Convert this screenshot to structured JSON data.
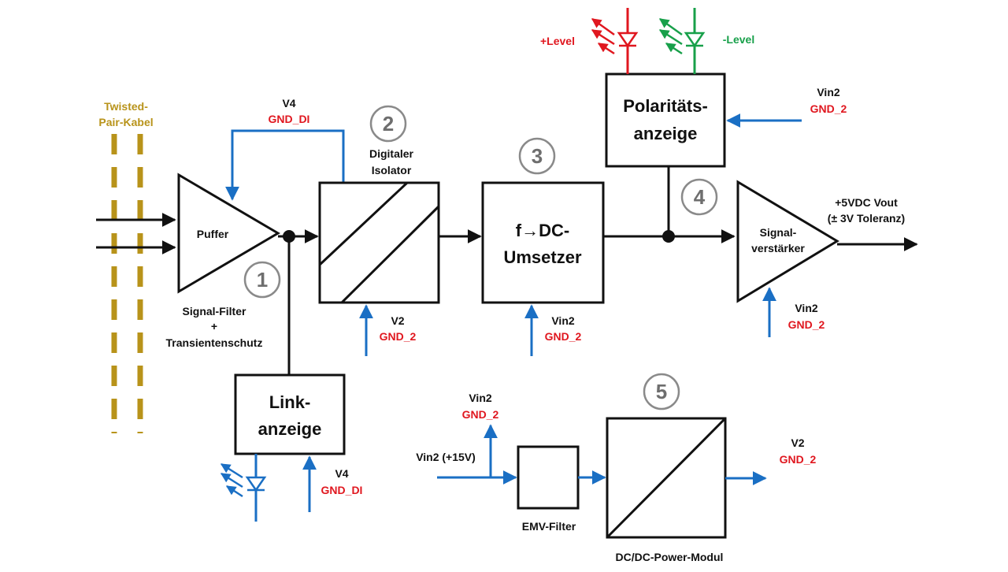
{
  "cable": {
    "line1": "Twisted-",
    "line2": "Pair-Kabel"
  },
  "blocks": {
    "puffer": "Puffer",
    "signal_filter": {
      "line1": "Signal-Filter",
      "line2": "+",
      "line3": "Transientenschutz"
    },
    "isolator": {
      "line1": "Digitaler",
      "line2": "Isolator"
    },
    "f_dc": {
      "line1": "f→DC-",
      "line2": "Umsetzer"
    },
    "polaritaet": {
      "line1": "Polaritäts-",
      "line2": "anzeige"
    },
    "verstaerker": {
      "line1": "Signal-",
      "line2": "verstärker"
    },
    "link": {
      "line1": "Link-",
      "line2": "anzeige"
    },
    "emv": "EMV-Filter",
    "dcdc": "DC/DC-Power-Modul"
  },
  "numbers": [
    "1",
    "2",
    "3",
    "4",
    "5"
  ],
  "supplies": {
    "v4_top": {
      "v": "V4",
      "gnd": "GND_DI"
    },
    "v2_iso": {
      "v": "V2",
      "gnd": "GND_2"
    },
    "vin2_fdc": {
      "v": "Vin2",
      "gnd": "GND_2"
    },
    "vin2_pol": {
      "v": "Vin2",
      "gnd": "GND_2"
    },
    "vin2_amp": {
      "v": "Vin2",
      "gnd": "GND_2"
    },
    "v4_link": {
      "v": "V4",
      "gnd": "GND_DI"
    },
    "vin2_emv": {
      "v": "Vin2",
      "gnd": "GND_2"
    },
    "v2_out": {
      "v": "V2",
      "gnd": "GND_2"
    }
  },
  "input_label": "Vin2 (+15V)",
  "output": {
    "line1": "+5VDC Vout",
    "line2": "(± 3V Toleranz)"
  },
  "leds": {
    "plus": "+Level",
    "minus": "-Level"
  },
  "colors": {
    "signal": "#111111",
    "power": "#1a6fc4",
    "red": "#e0171f",
    "green": "#18a04a",
    "cable": "#b8931a",
    "number": "#6e6e6e"
  }
}
